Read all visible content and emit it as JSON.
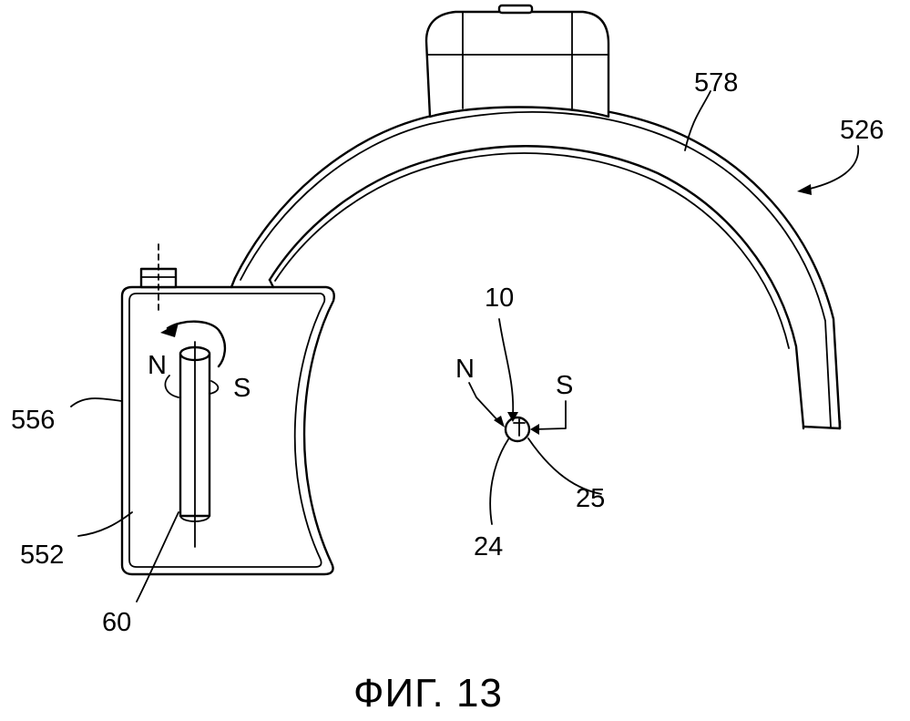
{
  "labels": {
    "ref_578": "578",
    "ref_526": "526",
    "ref_10": "10",
    "ref_n_pole_target": "N",
    "ref_s_pole_target": "S",
    "ref_25": "25",
    "ref_24": "24",
    "ref_556": "556",
    "ref_552": "552",
    "ref_60": "60",
    "ref_n_pole_magnet": "N",
    "ref_s_pole_magnet": "S"
  },
  "caption": "ФИГ. 13"
}
